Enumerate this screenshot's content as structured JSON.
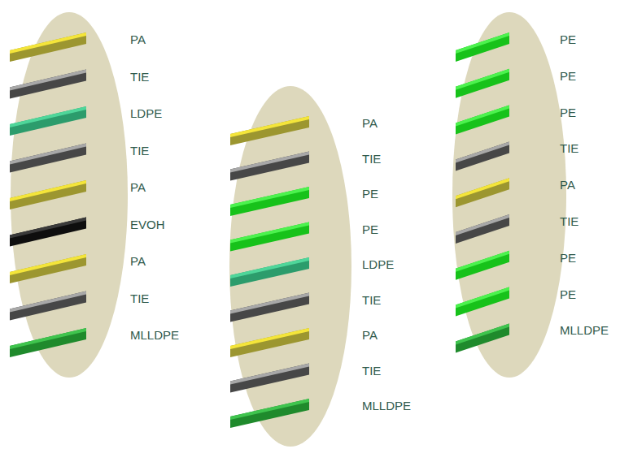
{
  "diagram": {
    "labels": [
      "PA",
      "TIE",
      "LDPE",
      "TIE",
      "PA",
      "EVOH",
      "PA",
      "TIE",
      "MLLDPE",
      "PA",
      "TIE",
      "PE",
      "PE",
      "LDPE",
      "TIE",
      "PA",
      "TIE",
      "MLLDPE",
      "PE",
      "PE",
      "PE",
      "TIE",
      "PA",
      "TIE",
      "PE",
      "PE",
      "MLLDPE"
    ]
  }
}
